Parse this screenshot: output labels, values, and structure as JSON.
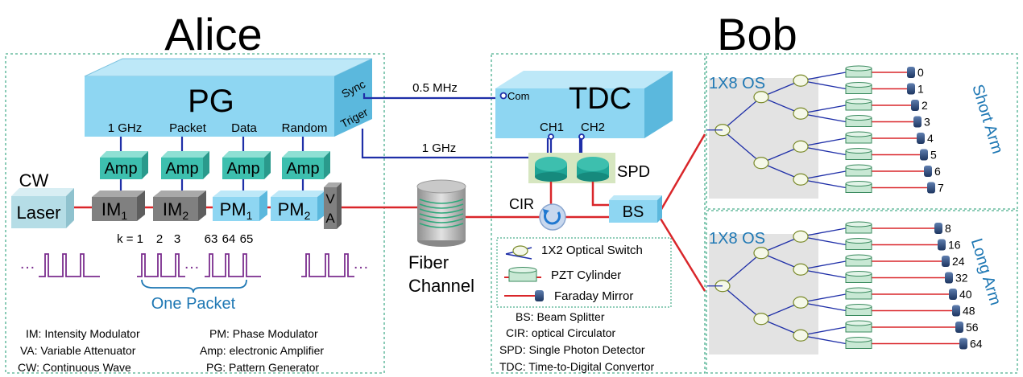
{
  "sections": {
    "alice": "Alice",
    "bob": "Bob"
  },
  "pg": {
    "title": "PG",
    "sync": "Sync",
    "trigger": "Triger",
    "outputs": [
      "1 GHz",
      "Packet",
      "Data",
      "Random"
    ]
  },
  "amp_label": "Amp",
  "laser": {
    "line1": "CW",
    "line2": "Laser"
  },
  "modulators": [
    {
      "base": "IM",
      "sub": "1"
    },
    {
      "base": "IM",
      "sub": "2"
    },
    {
      "base": "PM",
      "sub": "1"
    },
    {
      "base": "PM",
      "sub": "2"
    }
  ],
  "va": [
    "V",
    "A"
  ],
  "links": {
    "sync_rate": "0.5 MHz",
    "trigger_rate": "1 GHz"
  },
  "tdc": {
    "title": "TDC",
    "com": "Com",
    "ch1": "CH1",
    "ch2": "CH2"
  },
  "spd": "SPD",
  "cir": "CIR",
  "bs": "BS",
  "fiber": {
    "line1": "Fiber",
    "line2": "Channel"
  },
  "pulse_train": {
    "k_label": "k = 1",
    "ticks": [
      "2",
      "3",
      "63",
      "64",
      "65"
    ],
    "ellipsis": "…",
    "packet_label": "One Packet"
  },
  "alice_legend": {
    "left": [
      "IM: Intensity Modulator",
      "VA: Variable Attenuator",
      "CW: Continuous Wave"
    ],
    "right": [
      "PM: Phase Modulator",
      "Amp: electronic Amplifier",
      "PG: Pattern Generator"
    ]
  },
  "component_legend": [
    "1X2 Optical Switch",
    "PZT Cylinder",
    "Faraday Mirror"
  ],
  "bob_legend": [
    "BS: Beam Splitter",
    "CIR: optical Circulator",
    "SPD: Single Photon Detector",
    "TDC: Time-to-Digital Convertor"
  ],
  "short_arm": {
    "os_label": "1X8 OS",
    "arm_label": "Short Arm",
    "outputs": [
      "0",
      "1",
      "2",
      "3",
      "4",
      "5",
      "6",
      "7"
    ]
  },
  "long_arm": {
    "os_label": "1X8 OS",
    "arm_label": "Long Arm",
    "outputs": [
      "8",
      "16",
      "24",
      "32",
      "40",
      "48",
      "56",
      "64"
    ]
  },
  "colors": {
    "box_front": "#8ED6F2",
    "box_top": "#BDE8F8",
    "box_side": "#5BB8DD",
    "amp_front": "#3DBFAE",
    "amp_top": "#8FE0D4",
    "mod_gray": "#808080",
    "fiber_red": "#D9262A",
    "wire_blue": "#1F2FA8",
    "pulse_purple": "#7B2D8E",
    "label_blue": "#1F78B4",
    "dashed_border": "#4CAF8E",
    "os_panel": "#E3E3E3"
  }
}
